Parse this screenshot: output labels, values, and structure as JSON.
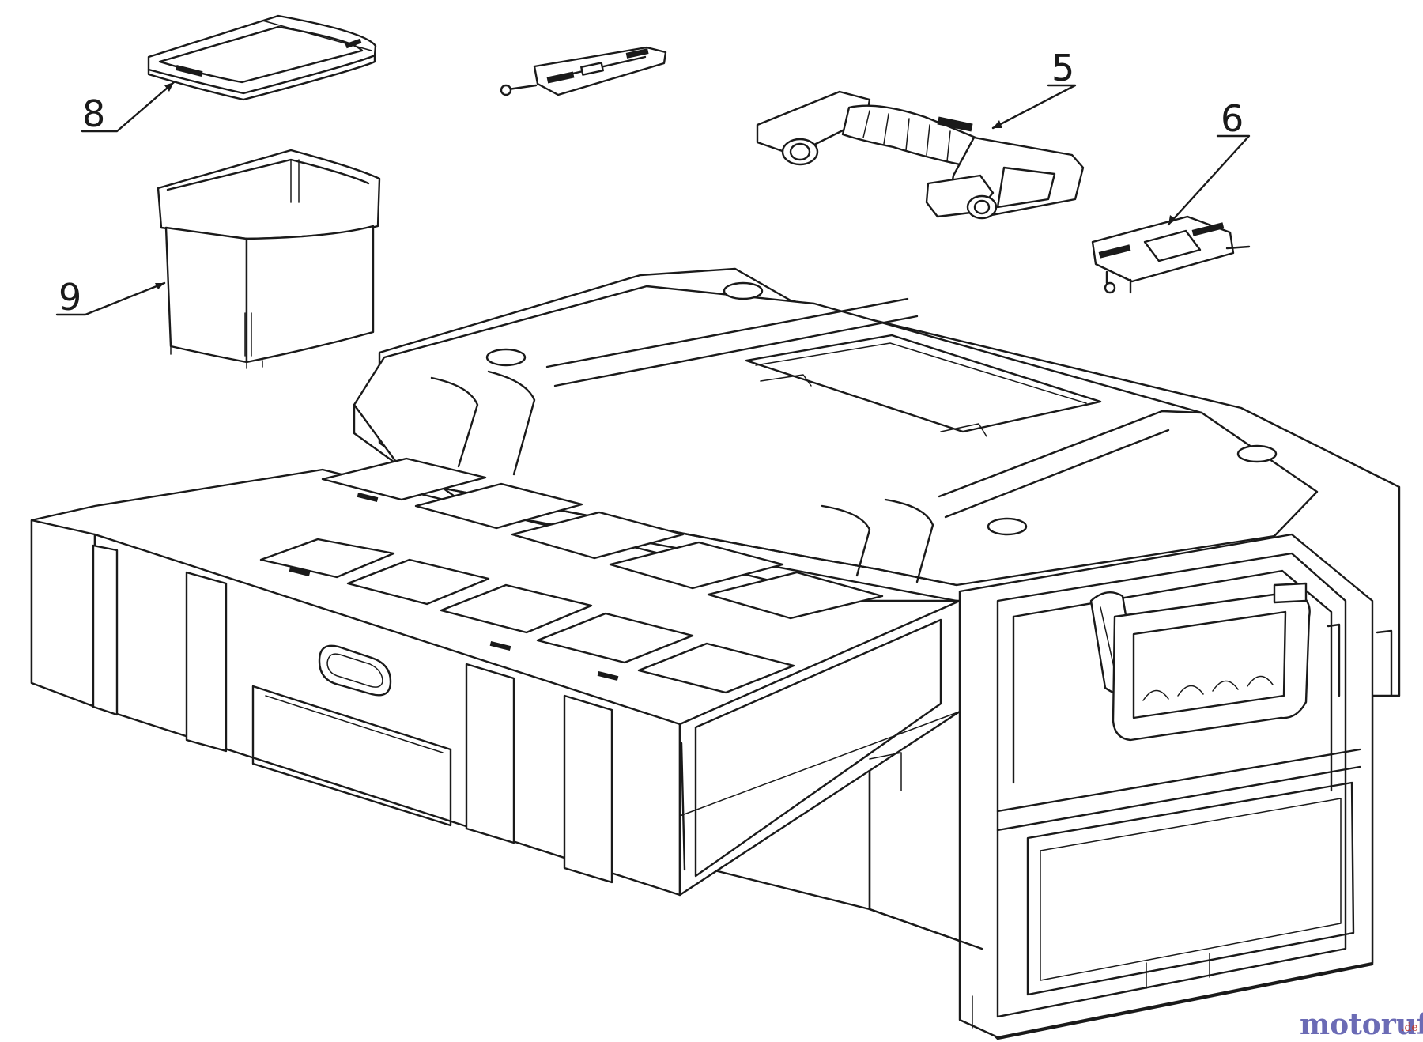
{
  "diagram": {
    "callouts": [
      {
        "id": "8",
        "label": "8"
      },
      {
        "id": "9",
        "label": "9"
      },
      {
        "id": "5",
        "label": "5"
      },
      {
        "id": "6",
        "label": "6"
      }
    ]
  },
  "watermark": {
    "brand": "motoruf",
    "tld": ".de",
    "colors": {
      "primary": "#6b6bb5",
      "secondary": "#c0392b"
    }
  }
}
